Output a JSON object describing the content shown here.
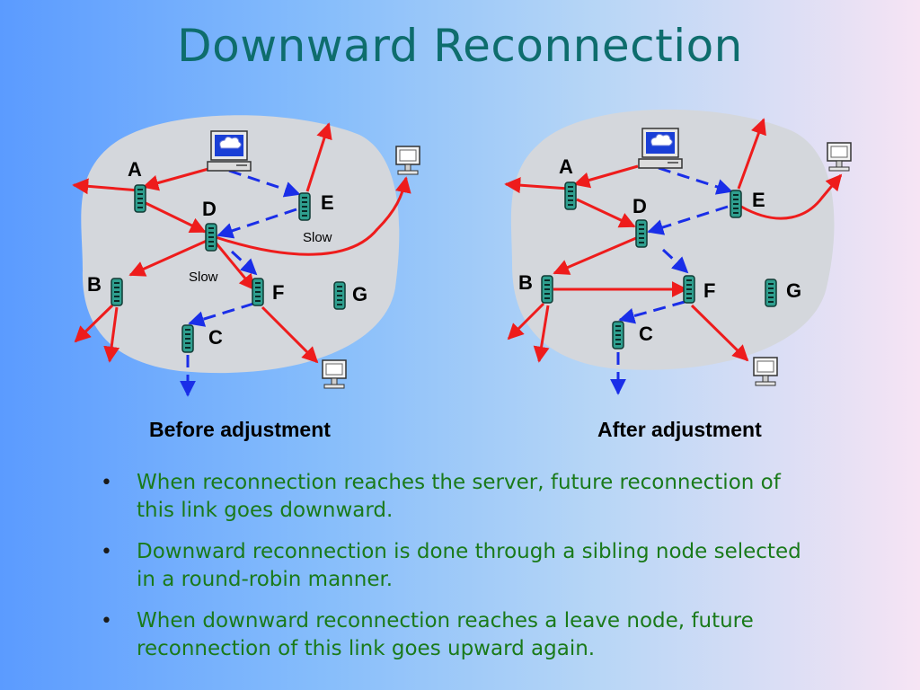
{
  "title": "Downward Reconnection",
  "diagrams": {
    "before": {
      "caption": "Before adjustment",
      "nodes": [
        "A",
        "D",
        "E",
        "B",
        "F",
        "G",
        "C"
      ],
      "slow_labels": [
        "Slow",
        "Slow"
      ]
    },
    "after": {
      "caption": "After adjustment",
      "nodes": [
        "A",
        "D",
        "E",
        "B",
        "F",
        "G",
        "C"
      ]
    }
  },
  "bullets": [
    "When reconnection reaches the server, future reconnection of this link goes downward.",
    "Downward reconnection is done through a sibling node selected in a round-robin manner.",
    "When downward reconnection reaches a leave node, future reconnection of this link goes upward again."
  ],
  "colors": {
    "title": "#0e6d6d",
    "bullet_text": "#1a7a1a",
    "red_link": "#ee1c1c",
    "blue_dashed_link": "#1a2ee8",
    "cloud": "#d4d7dc"
  }
}
